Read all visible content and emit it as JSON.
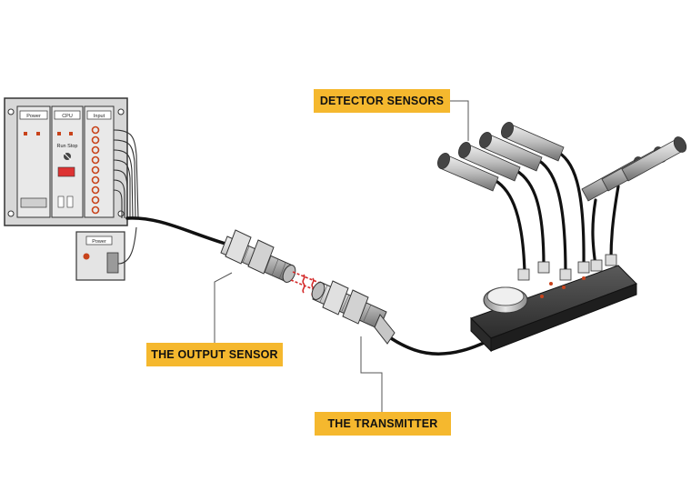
{
  "labels": {
    "detector_sensors": "DETECTOR SENSORS",
    "output_sensor": "THE OUTPUT SENSOR",
    "transmitter": "THE TRANSMITTER"
  },
  "plc": {
    "module1": "Power",
    "module2": "CPU",
    "module3": "Input",
    "run_stop": "Run  Stop"
  },
  "power_box": {
    "label": "Power"
  },
  "colors": {
    "label_bg": "#f5b82e",
    "metal": "#c9c9c9",
    "metal_dark": "#6b6b6b",
    "cable": "#111111",
    "beam": "#d42a2a",
    "led": "#c8431b"
  }
}
